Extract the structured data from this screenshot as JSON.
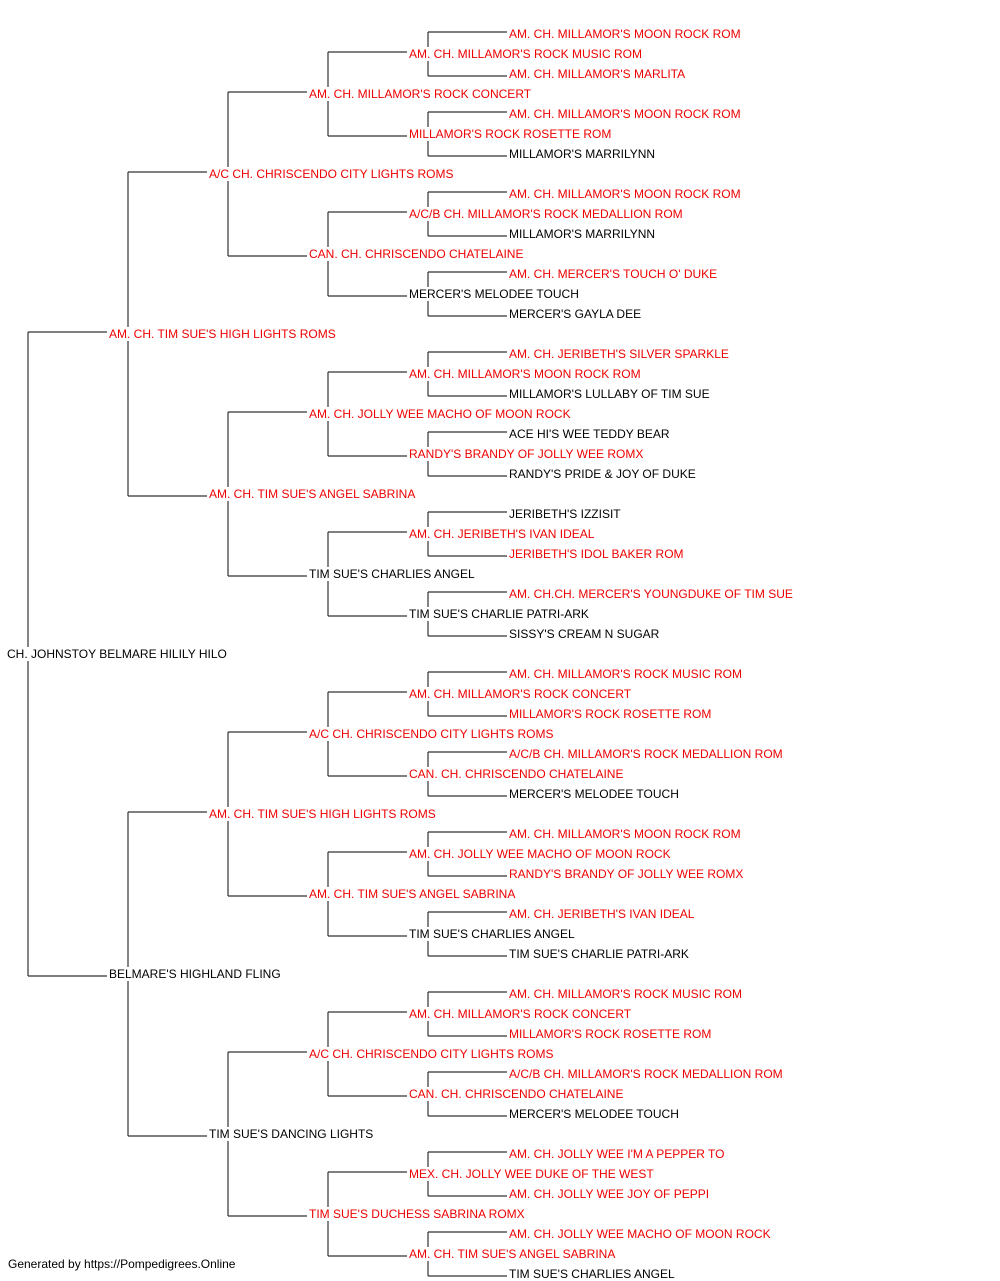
{
  "pedigree": {
    "name": "CH. JOHNSTOY BELMARE HILILY HILO",
    "champion": false,
    "sire": {
      "name": "AM. CH. TIM SUE'S HIGH LIGHTS ROMS",
      "champion": true,
      "sire": {
        "name": "A/C CH. CHRISCENDO CITY LIGHTS ROMS",
        "champion": true,
        "sire": {
          "name": "AM. CH. MILLAMOR'S ROCK CONCERT",
          "champion": true,
          "sire": {
            "name": "AM. CH. MILLAMOR'S ROCK MUSIC ROM",
            "champion": true,
            "sire": {
              "name": "AM. CH. MILLAMOR'S MOON ROCK ROM",
              "champion": true
            },
            "dam": {
              "name": "AM. CH. MILLAMOR'S MARLITA",
              "champion": true
            }
          },
          "dam": {
            "name": "MILLAMOR'S ROCK ROSETTE ROM",
            "champion": true,
            "sire": {
              "name": "AM. CH. MILLAMOR'S MOON ROCK ROM",
              "champion": true
            },
            "dam": {
              "name": "MILLAMOR'S MARRILYNN",
              "champion": false
            }
          }
        },
        "dam": {
          "name": "CAN. CH. CHRISCENDO CHATELAINE",
          "champion": true,
          "sire": {
            "name": "A/C/B CH. MILLAMOR'S ROCK MEDALLION ROM",
            "champion": true,
            "sire": {
              "name": "AM. CH. MILLAMOR'S MOON ROCK ROM",
              "champion": true
            },
            "dam": {
              "name": "MILLAMOR'S MARRILYNN",
              "champion": false
            }
          },
          "dam": {
            "name": "MERCER'S MELODEE TOUCH",
            "champion": false,
            "sire": {
              "name": "AM. CH. MERCER'S TOUCH O' DUKE",
              "champion": true
            },
            "dam": {
              "name": "MERCER'S GAYLA DEE",
              "champion": false
            }
          }
        }
      },
      "dam": {
        "name": "AM. CH. TIM SUE'S ANGEL SABRINA",
        "champion": true,
        "sire": {
          "name": "AM. CH. JOLLY WEE MACHO OF MOON ROCK",
          "champion": true,
          "sire": {
            "name": "AM. CH. MILLAMOR'S MOON ROCK ROM",
            "champion": true,
            "sire": {
              "name": "AM. CH. JERIBETH'S SILVER SPARKLE",
              "champion": true
            },
            "dam": {
              "name": "MILLAMOR'S LULLABY OF TIM SUE",
              "champion": false
            }
          },
          "dam": {
            "name": "RANDY'S BRANDY OF JOLLY WEE ROMX",
            "champion": true,
            "sire": {
              "name": "ACE HI'S WEE TEDDY BEAR",
              "champion": false
            },
            "dam": {
              "name": "RANDY'S PRIDE & JOY OF DUKE",
              "champion": false
            }
          }
        },
        "dam": {
          "name": "TIM SUE'S CHARLIES ANGEL",
          "champion": false,
          "sire": {
            "name": "AM. CH. JERIBETH'S IVAN IDEAL",
            "champion": true,
            "sire": {
              "name": "JERIBETH'S IZZISIT",
              "champion": false
            },
            "dam": {
              "name": "JERIBETH'S IDOL BAKER ROM",
              "champion": true
            }
          },
          "dam": {
            "name": "TIM SUE'S CHARLIE PATRI-ARK",
            "champion": false,
            "sire": {
              "name": "AM. CH.CH. MERCER'S YOUNGDUKE OF TIM SUE",
              "champion": true
            },
            "dam": {
              "name": "SISSY'S CREAM N SUGAR",
              "champion": false
            }
          }
        }
      }
    },
    "dam": {
      "name": "BELMARE'S HIGHLAND FLING",
      "champion": false,
      "sire": {
        "name": "AM. CH. TIM SUE'S HIGH LIGHTS ROMS",
        "champion": true,
        "sire": {
          "name": "A/C CH. CHRISCENDO CITY LIGHTS ROMS",
          "champion": true,
          "sire": {
            "name": "AM. CH. MILLAMOR'S ROCK CONCERT",
            "champion": true,
            "sire": {
              "name": "AM. CH. MILLAMOR'S ROCK MUSIC ROM",
              "champion": true
            },
            "dam": {
              "name": "MILLAMOR'S ROCK ROSETTE ROM",
              "champion": true
            }
          },
          "dam": {
            "name": "CAN. CH. CHRISCENDO CHATELAINE",
            "champion": true,
            "sire": {
              "name": "A/C/B CH. MILLAMOR'S ROCK MEDALLION ROM",
              "champion": true
            },
            "dam": {
              "name": "MERCER'S MELODEE TOUCH",
              "champion": false
            }
          }
        },
        "dam": {
          "name": "AM. CH. TIM SUE'S ANGEL SABRINA",
          "champion": true,
          "sire": {
            "name": "AM. CH. JOLLY WEE MACHO OF MOON ROCK",
            "champion": true,
            "sire": {
              "name": "AM. CH. MILLAMOR'S MOON ROCK ROM",
              "champion": true
            },
            "dam": {
              "name": "RANDY'S BRANDY OF JOLLY WEE ROMX",
              "champion": true
            }
          },
          "dam": {
            "name": "TIM SUE'S CHARLIES ANGEL",
            "champion": false,
            "sire": {
              "name": "AM. CH. JERIBETH'S IVAN IDEAL",
              "champion": true
            },
            "dam": {
              "name": "TIM SUE'S CHARLIE PATRI-ARK",
              "champion": false
            }
          }
        }
      },
      "dam": {
        "name": "TIM SUE'S DANCING LIGHTS",
        "champion": false,
        "sire": {
          "name": "A/C CH. CHRISCENDO CITY LIGHTS ROMS",
          "champion": true,
          "sire": {
            "name": "AM. CH. MILLAMOR'S ROCK CONCERT",
            "champion": true,
            "sire": {
              "name": "AM. CH. MILLAMOR'S ROCK MUSIC ROM",
              "champion": true
            },
            "dam": {
              "name": "MILLAMOR'S ROCK ROSETTE ROM",
              "champion": true
            }
          },
          "dam": {
            "name": "CAN. CH. CHRISCENDO CHATELAINE",
            "champion": true,
            "sire": {
              "name": "A/C/B CH. MILLAMOR'S ROCK MEDALLION ROM",
              "champion": true
            },
            "dam": {
              "name": "MERCER'S MELODEE TOUCH",
              "champion": false
            }
          }
        },
        "dam": {
          "name": "TIM SUE'S DUCHESS SABRINA ROMX",
          "champion": true,
          "sire": {
            "name": "MEX. CH. JOLLY WEE DUKE OF THE WEST",
            "champion": true,
            "sire": {
              "name": "AM. CH. JOLLY WEE I'M A PEPPER TO",
              "champion": true
            },
            "dam": {
              "name": "AM. CH. JOLLY WEE JOY OF PEPPI",
              "champion": true
            }
          },
          "dam": {
            "name": "AM. CH. TIM SUE'S ANGEL SABRINA",
            "champion": true,
            "sire": {
              "name": "AM. CH. JOLLY WEE MACHO OF MOON ROCK",
              "champion": true
            },
            "dam": {
              "name": "TIM SUE'S CHARLIES ANGEL",
              "champion": false
            }
          }
        }
      }
    }
  },
  "footer": "Generated by https://Pompedigrees.Online",
  "colors": {
    "champion": "#ee0000",
    "normal": "#000000",
    "line": "#333333"
  }
}
